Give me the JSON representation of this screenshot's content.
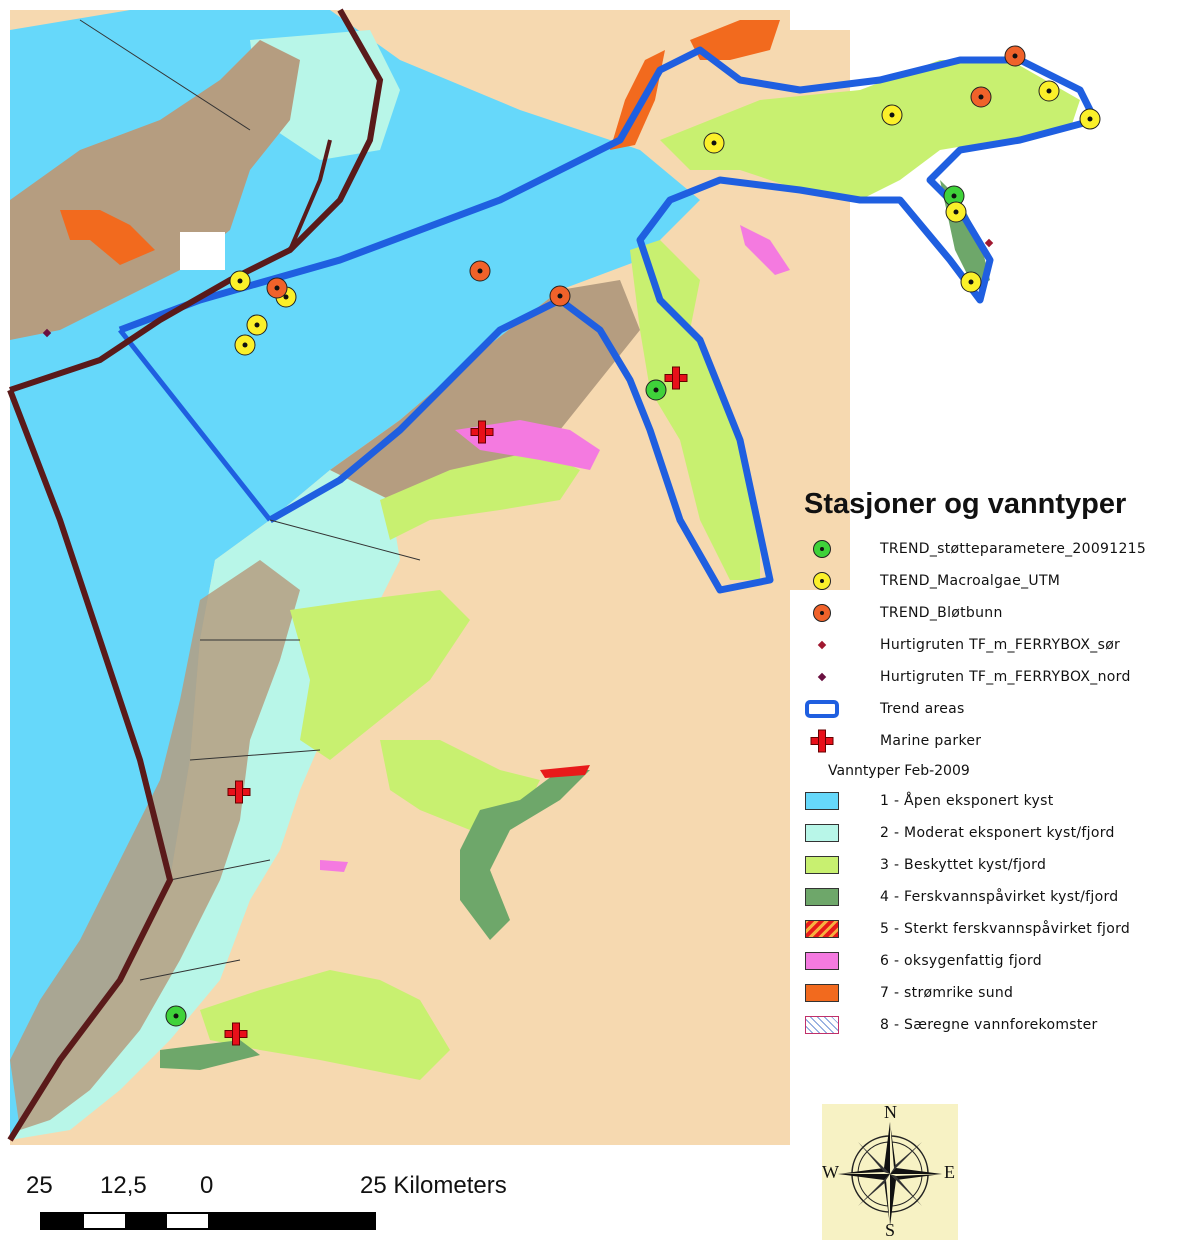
{
  "legend": {
    "title": "Stasjoner og vanntyper",
    "items": [
      {
        "label": "TREND_støtteparametere_20091215",
        "symbol": "dot",
        "color": "#3fd23a"
      },
      {
        "label": "TREND_Macroalgae_UTM",
        "symbol": "dot",
        "color": "#fbf02a"
      },
      {
        "label": "TREND_Bløtbunn",
        "symbol": "dot",
        "color": "#f0622a"
      },
      {
        "label": "Hurtigruten TF_m_FERRYBOX_sør",
        "symbol": "diamond",
        "color": "#a01830"
      },
      {
        "label": "Hurtigruten TF_m_FERRYBOX_nord",
        "symbol": "diamond",
        "color": "#6a1040"
      },
      {
        "label": "Trend areas",
        "symbol": "outline",
        "color": "#1f5fe0"
      },
      {
        "label": "Marine parker",
        "symbol": "cross",
        "color": "#e8101a"
      }
    ],
    "group_title": "Vanntyper Feb-2009",
    "water_types": [
      {
        "label": "1 - Åpen eksponert kyst",
        "color": "#66d8fa"
      },
      {
        "label": "2 - Moderat eksponert kyst/fjord",
        "color": "#b8f6e8"
      },
      {
        "label": "3 - Beskyttet kyst/fjord",
        "color": "#c8f070"
      },
      {
        "label": "4 - Ferskvannspåvirket kyst/fjord",
        "color": "#6ea76a"
      },
      {
        "label": "5 - Sterkt ferskvannspåvirket fjord",
        "color": "#e81a1a"
      },
      {
        "label": "6 - oksygenfattig fjord",
        "color": "#f47ae0"
      },
      {
        "label": "7 - strømrike sund",
        "color": "#f26a1e"
      },
      {
        "label": "8 - Særegne vannforekomster",
        "color": "#ffffff"
      }
    ]
  },
  "scale": {
    "labels": [
      "25",
      "12,5",
      "0",
      "25 Kilometers"
    ]
  },
  "compass": {
    "n": "N",
    "s": "S",
    "e": "E",
    "w": "W"
  },
  "colors": {
    "land": "#c9ad8c",
    "chart_paper": "#f6d9b0",
    "route": "#5a1a1a"
  }
}
